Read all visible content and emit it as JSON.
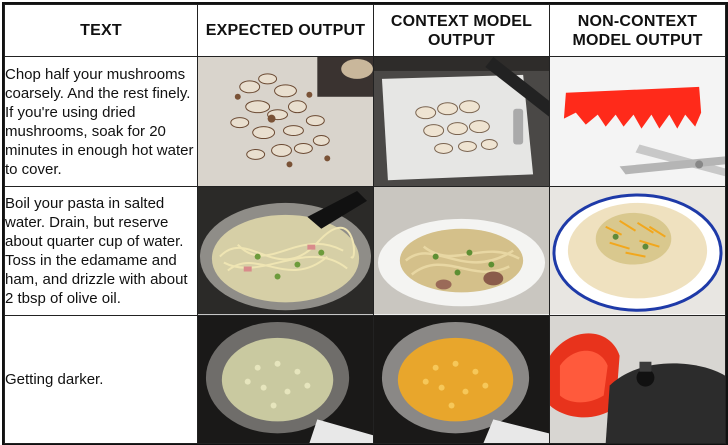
{
  "header": {
    "col_text": "TEXT",
    "col_expected": "EXPECTED OUTPUT",
    "col_context": "CONTEXT MODEL OUTPUT",
    "col_noncontext": "NON-CONTEXT MODEL OUTPUT"
  },
  "rows": [
    {
      "text": "Chop half your mushrooms coarsely. And the rest finely. If you're using dried mushrooms, soak for 20 minutes in enough hot water to cover.",
      "images": [
        "chopped-mushrooms-photo",
        "sliced-mushrooms-on-board-photo",
        "red-paper-and-scissors-photo"
      ]
    },
    {
      "text": "Boil your pasta in salted water. Drain, but reserve about quarter cup of water. Toss in the edamame and ham, and drizzle with about 2 tbsp of olive oil.",
      "images": [
        "pasta-in-pot-photo",
        "pasta-plate-photo",
        "tortilla-with-cheese-photo"
      ]
    },
    {
      "text": "Getting darker.",
      "images": [
        "pale-roux-in-pan-photo",
        "golden-roux-in-pan-photo",
        "red-appliance-photo"
      ]
    }
  ]
}
